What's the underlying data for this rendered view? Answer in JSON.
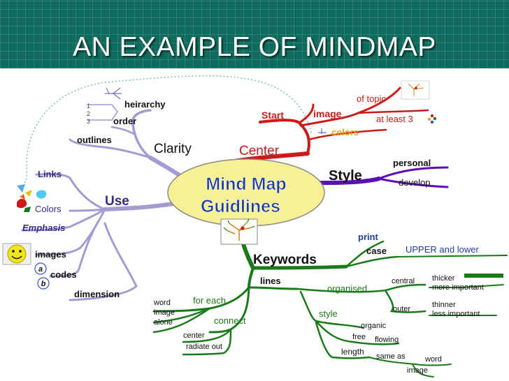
{
  "slide": {
    "title": "AN EXAMPLE OF MINDMAP"
  },
  "center": {
    "line1": "Mind Map",
    "line2": "Guidlines"
  },
  "branches": {
    "center_branch": {
      "label": "Center",
      "start": "Start",
      "image": "image",
      "of_topic": "of topic",
      "at_least_3": "at least 3",
      "colors": "colors"
    },
    "style": {
      "label": "Style",
      "personal": "personal",
      "develop": "develop"
    },
    "clarity": {
      "label": "Clarity",
      "heirarchy": "heirarchy",
      "order": "order",
      "outlines": "outlines",
      "n1": "1",
      "n2": "2",
      "n3": "3"
    },
    "use": {
      "label": "Use",
      "links": "Links",
      "colors": "Colors",
      "emphasis": "Emphasis",
      "images": "images",
      "codes": "codes",
      "dimension": "dimension",
      "code_a": "a",
      "code_b": "b"
    },
    "keywords": {
      "label": "Keywords",
      "print": "print",
      "case": "case",
      "upper_lower": "UPPER and lower",
      "lines": "lines",
      "organised": "organised",
      "central": "central",
      "thicker": "thicker",
      "more_important": "more important",
      "outer": "outer",
      "thinner": "thinner",
      "less_important": "less important",
      "style": "style",
      "organic": "organic",
      "free": "free",
      "flowing": "flowing",
      "length": "length",
      "same_as": "same as",
      "word": "word",
      "image": "image",
      "for_each": "for each",
      "word2": "word",
      "image2": "image",
      "alone": "alone",
      "connect": "connect",
      "center": "center",
      "radiate_out": "radiate out"
    }
  },
  "colors": {
    "header": "#0f6b5e",
    "red": "#cc1a1a",
    "purple": "#5b0fb5",
    "green": "#1a7a1a",
    "lavender": "#a59ad2",
    "ellipse": "#f7f094"
  },
  "icons": [
    "tree-doodle-icon",
    "smiley-icon",
    "color-blobs-icon"
  ]
}
